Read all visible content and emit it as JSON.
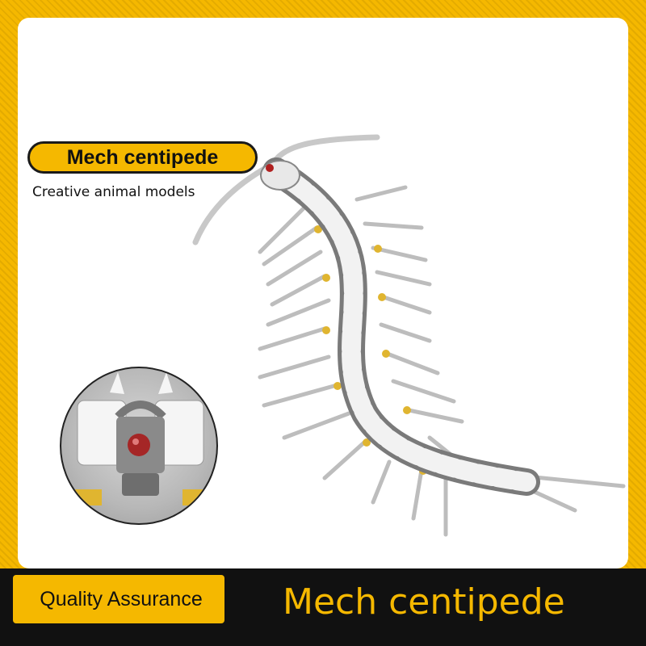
{
  "product": {
    "title_pill": "Mech centipede",
    "subtitle": "Creative animal models",
    "badge": "Quality Assurance",
    "banner_title": "Mech centipede"
  },
  "colors": {
    "accent": "#f5b800",
    "bar": "#111111",
    "panel": "#ffffff"
  },
  "images": {
    "main": "centipede-model-image",
    "detail": "centipede-head-closeup-image"
  }
}
